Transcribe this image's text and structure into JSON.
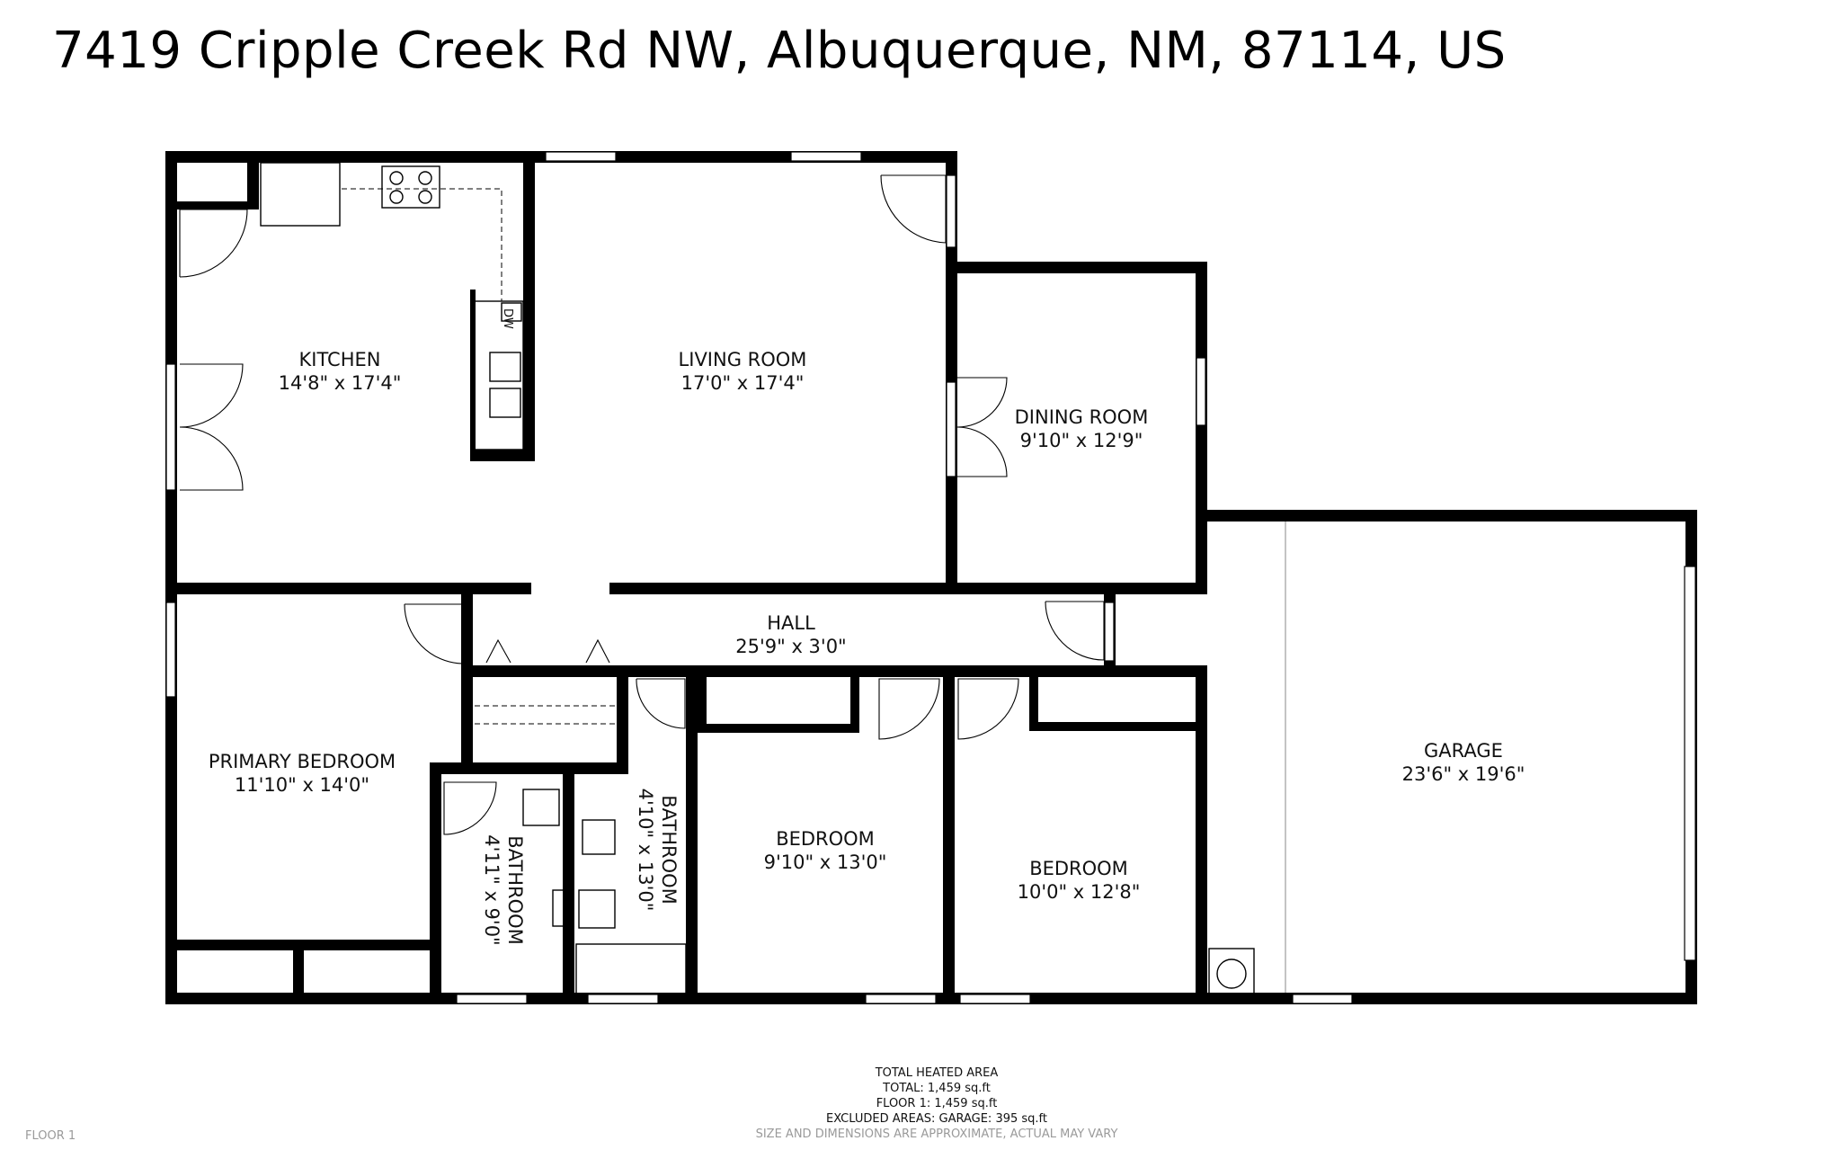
{
  "title": "7419 Cripple Creek Rd NW, Albuquerque, NM, 87114, US",
  "rooms": {
    "kitchen": {
      "name": "KITCHEN",
      "size": "14'8\" x 17'4\""
    },
    "living_room": {
      "name": "LIVING ROOM",
      "size": "17'0\" x 17'4\""
    },
    "dining_room": {
      "name": "DINING ROOM",
      "size": "9'10\" x 12'9\""
    },
    "hall": {
      "name": "HALL",
      "size": "25'9\" x 3'0\""
    },
    "primary_bedroom": {
      "name": "PRIMARY BEDROOM",
      "size": "11'10\" x 14'0\""
    },
    "bathroom_1": {
      "name": "BATHROOM",
      "size": "4'11\" x 9'0\""
    },
    "bathroom_2": {
      "name": "BATHROOM",
      "size": "4'10\" x 13'0\""
    },
    "bedroom_1": {
      "name": "BEDROOM",
      "size": "9'10\" x 13'0\""
    },
    "bedroom_2": {
      "name": "BEDROOM",
      "size": "10'0\" x 12'8\""
    },
    "garage": {
      "name": "GARAGE",
      "size": "23'6\" x 19'6\""
    }
  },
  "fixture_labels": {
    "dishwasher": "DW"
  },
  "summary": {
    "heading": "TOTAL HEATED AREA",
    "total": "TOTAL: 1,459 sq.ft",
    "floor": "FLOOR 1: 1,459 sq.ft",
    "excluded": "EXCLUDED AREAS: GARAGE: 395 sq.ft",
    "disclaimer": "SIZE AND DIMENSIONS ARE APPROXIMATE, ACTUAL MAY VARY"
  },
  "floor_label": "FLOOR 1"
}
